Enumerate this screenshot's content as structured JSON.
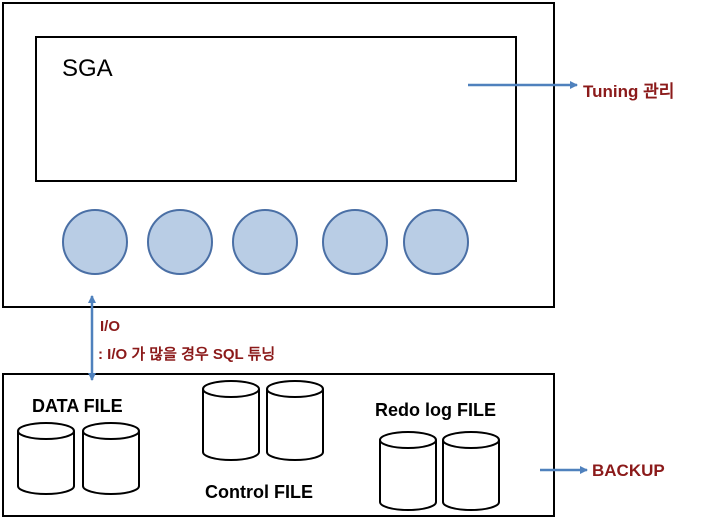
{
  "instance": {
    "sga_label": "SGA",
    "processes": [
      "",
      "",
      "",
      "",
      ""
    ]
  },
  "annotations": {
    "tuning": "Tuning 관리",
    "io": "I/O",
    "io_desc": ": I/O 가 많을 경우 SQL 튜닝",
    "backup": "BACKUP"
  },
  "storage": {
    "data_file": "DATA FILE",
    "control_file": "Control FILE",
    "redo_log_file": "Redo log FILE"
  },
  "colors": {
    "process_fill": "#b9cde5",
    "process_stroke": "#4a6fa5",
    "arrow": "#4f81bd",
    "annotation_text": "#8b1a1a"
  }
}
